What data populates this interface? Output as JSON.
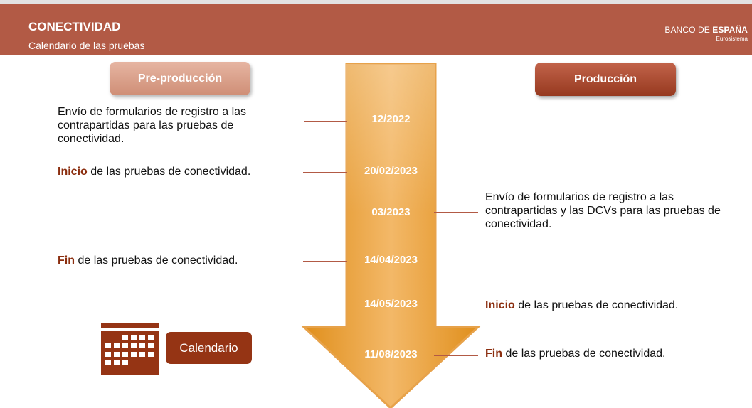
{
  "header": {
    "title": "CONECTIVIDAD",
    "subtitle": "Calendario de las pruebas",
    "logo_main_left": "BANCO DE ",
    "logo_main_bold": "ESPAÑA",
    "logo_sub": "Eurosistema"
  },
  "columns": {
    "pre": "Pre-producción",
    "prod": "Producción"
  },
  "dates": [
    "12/2022",
    "20/02/2023",
    "03/2023",
    "14/04/2023",
    "14/05/2023",
    "11/08/2023"
  ],
  "pre_events": {
    "registro": "Envío de formularios de registro a las contrapartidas para las pruebas de conectividad.",
    "inicio_kw": "Inicio",
    "inicio_rest": " de las pruebas de conectividad.",
    "fin_kw": "Fin",
    "fin_rest": " de las pruebas de conectividad."
  },
  "prod_events": {
    "registro": "Envío de formularios de registro a las contrapartidas y las DCVs para las pruebas de conectividad.",
    "inicio_kw": "Inicio",
    "inicio_rest": " de las pruebas de conectividad.",
    "fin_kw": "Fin",
    "fin_rest": " de las pruebas de conectividad."
  },
  "calendar_button": "Calendario",
  "colors": {
    "header": "#b25a45",
    "arrow_light": "#f0b260",
    "arrow_dark": "#dc8b17",
    "keyword": "#8b2e0f",
    "calendar": "#953414"
  }
}
